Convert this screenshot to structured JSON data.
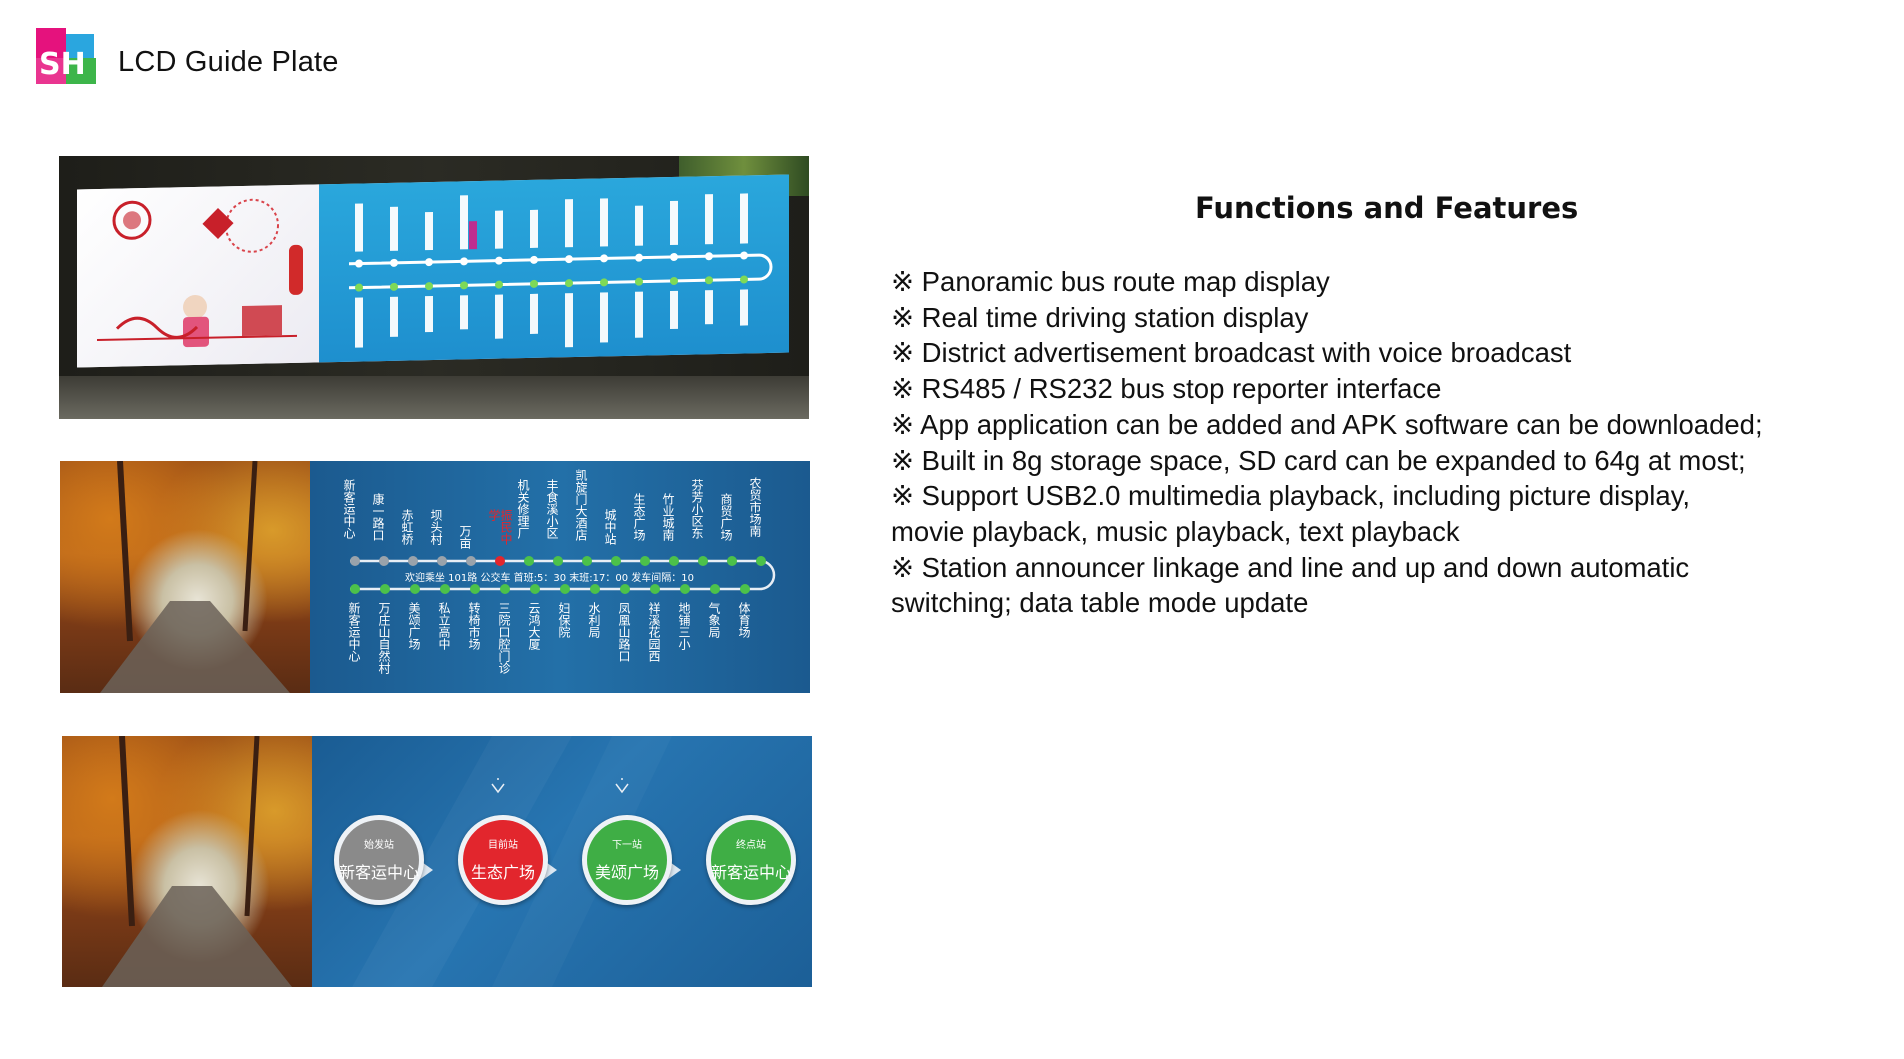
{
  "header": {
    "logo_text": "SH",
    "title": "LCD Guide Plate"
  },
  "features": {
    "title": "Functions and Features",
    "items": [
      "※ Panoramic bus route map display",
      "※ Real time driving station display",
      "※ District advertisement broadcast with voice broadcast",
      "※ RS485 / RS232 bus stop reporter interface",
      "※ App application can be added and APK software can be downloaded;",
      "※ Built in 8g storage space, SD card can be expanded to 64g at most;",
      "※ Support USB2.0 multimedia playback, including picture display, movie playback, music playback, text playback",
      "※ Station announcer linkage and line and up and down automatic switching; data table mode update"
    ]
  },
  "panel2": {
    "top_stations": [
      "新客运中心",
      "康一路口",
      "赤虹桥",
      "坝头村",
      "万亩",
      "振民中学",
      "机关修理厂",
      "丰食溪小区",
      "凯旋门大酒店",
      "城中站",
      "生态广场",
      "竹业城南",
      "芬芳小区东",
      "商贸广场",
      "农贸市场南"
    ],
    "bottom_stations": [
      "新客运中心",
      "万庄山自然村",
      "美颂广场",
      "私立高中",
      "转椅市场",
      "三院口腔门诊",
      "云鸿大厦",
      "妇保院",
      "水利局",
      "凤凰山路口",
      "祥溪花园西",
      "地铺三小",
      "气象局",
      "体育场"
    ],
    "info_line": "欢迎乘坐  101路 公交车  首班:5：30  末班:17：00  发车间隔：10"
  },
  "panel3": {
    "stops": [
      {
        "tag": "始发站",
        "name": "新客运中心",
        "color": "#8a8a8a"
      },
      {
        "tag": "目前站",
        "name": "生态广场",
        "color": "#e2262d"
      },
      {
        "tag": "下一站",
        "name": "美颂广场",
        "color": "#3fae45"
      },
      {
        "tag": "终点站",
        "name": "新客运中心",
        "color": "#3fae45"
      }
    ]
  },
  "colors": {
    "logo_pink": "#e5127d",
    "logo_green": "#3db54a",
    "logo_blue": "#2aa6df",
    "screen_blue": "#1f5f96",
    "current_red": "#e2262d",
    "next_green": "#3fae45",
    "origin_grey": "#8a8a8a"
  }
}
